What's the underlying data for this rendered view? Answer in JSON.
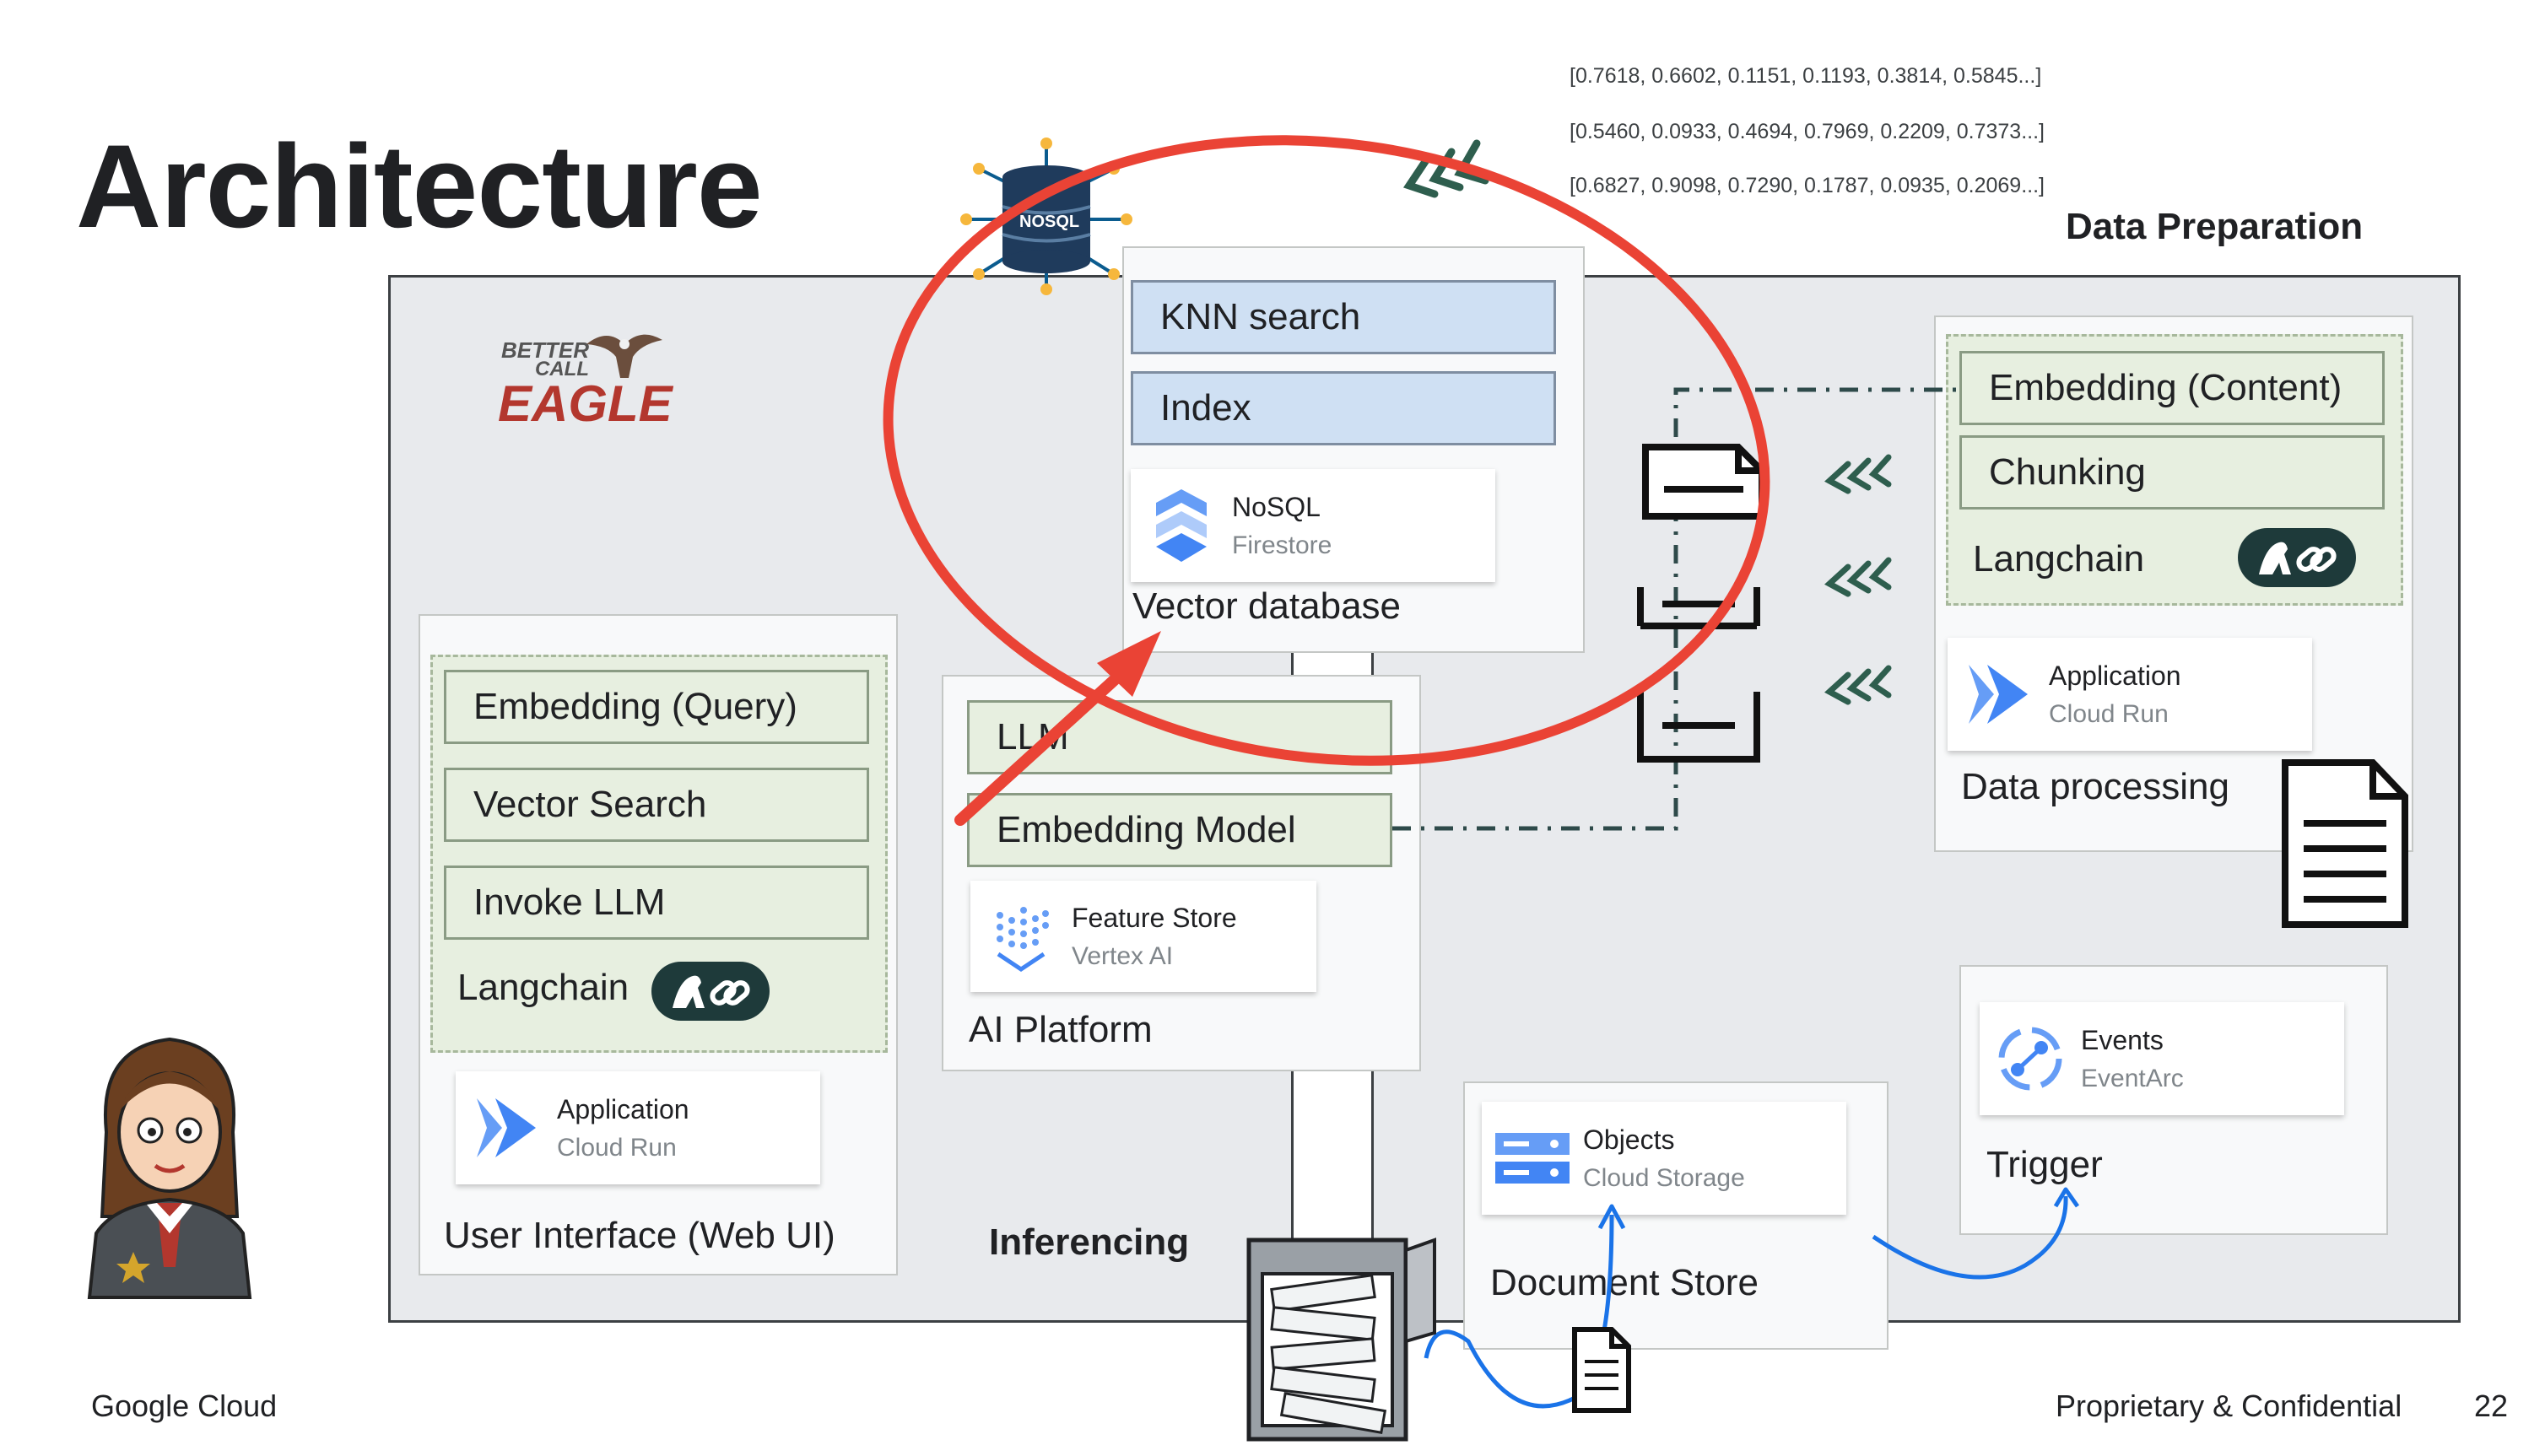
{
  "slide": {
    "title": "Architecture",
    "footer_left": "Google Cloud",
    "footer_right": "Proprietary & Confidential",
    "page_number": "22"
  },
  "vectors": [
    "[0.7618, 0.6602, 0.1151, 0.1193, 0.3814, 0.5845...]",
    "[0.5460, 0.0933, 0.4694, 0.7969, 0.2209, 0.7373...]",
    "[0.6827, 0.9098, 0.7290, 0.1787, 0.0935, 0.2069...]"
  ],
  "logo": {
    "line1": "BETTER",
    "line2": "CALL",
    "line3": "EAGLE"
  },
  "badge_nosql": "NOSQL",
  "data_preparation": {
    "label": "Data Preparation",
    "embedding": "Embedding (Content)",
    "chunking": "Chunking",
    "langchain": "Langchain",
    "card": {
      "title": "Application",
      "subtitle": "Cloud Run"
    },
    "section_label": "Data processing"
  },
  "trigger": {
    "card": {
      "title": "Events",
      "subtitle": "EventArc"
    },
    "label": "Trigger"
  },
  "document_store": {
    "card": {
      "title": "Objects",
      "subtitle": "Cloud Storage"
    },
    "label": "Document Store"
  },
  "vector_db": {
    "knn": "KNN search",
    "index": "Index",
    "card": {
      "title": "NoSQL",
      "subtitle": "Firestore"
    },
    "label": "Vector database"
  },
  "ai_platform": {
    "llm": "LLM",
    "embedding_model": "Embedding Model",
    "card": {
      "title": "Feature Store",
      "subtitle": "Vertex AI"
    },
    "label": "AI Platform"
  },
  "ui": {
    "embedding_query": "Embedding (Query)",
    "vector_search": "Vector Search",
    "invoke_llm": "Invoke LLM",
    "langchain": "Langchain",
    "card": {
      "title": "Application",
      "subtitle": "Cloud Run"
    },
    "label": "User Interface (Web UI)"
  },
  "inferencing_label": "Inferencing",
  "colors": {
    "panel_bg": "#e8eaed",
    "green_box": "#e7efe0",
    "blue_box": "#cfe0f3",
    "annotation_red": "#ea4335",
    "flow_blue": "#1a73e8",
    "langchain_pill": "#1e3a3a"
  }
}
